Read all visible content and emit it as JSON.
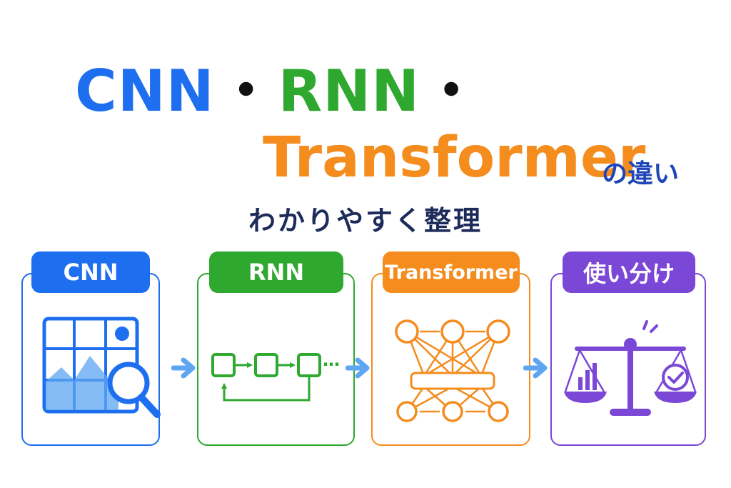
{
  "title": {
    "cnn": "CNN",
    "separator": "・",
    "rnn": "RNN",
    "transformer": "Transformer",
    "suffix": "の違い"
  },
  "subtitle": "わかりやすく整理",
  "cards": [
    {
      "label": "CNN",
      "color": "#1e6ff0",
      "icon": "image-search-icon"
    },
    {
      "label": "RNN",
      "color": "#2ea82e",
      "icon": "recurrent-loop-icon"
    },
    {
      "label": "Transformer",
      "color": "#f48c1e",
      "icon": "attention-network-icon"
    },
    {
      "label": "使い分け",
      "color": "#7a47d6",
      "icon": "balance-scale-icon"
    }
  ],
  "rnn_ellipsis": "…",
  "colors": {
    "cnn": "#1e6ff0",
    "rnn": "#2ea82e",
    "transformer": "#f48c1e",
    "usage": "#7a47d6",
    "arrow": "#5ea6f2",
    "suffix": "#1f45b8",
    "subtitle": "#1d2b5a"
  }
}
